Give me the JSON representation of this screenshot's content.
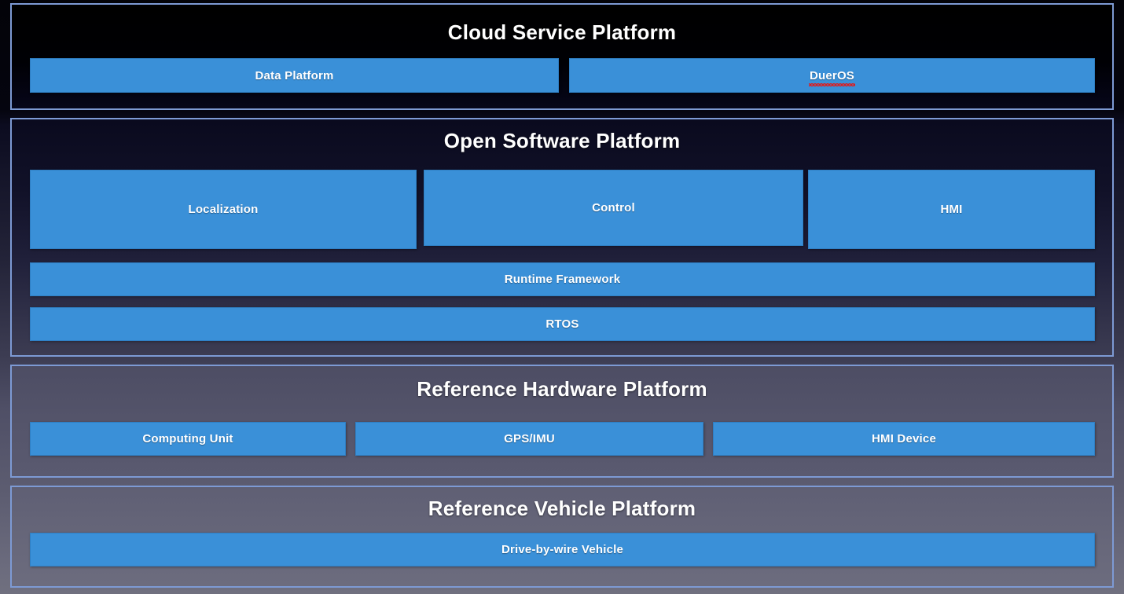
{
  "colors": {
    "block_blue": "#3a90d8",
    "panel_border": "#7d9ad4",
    "text_white": "#ffffff",
    "spellcheck_red": "#e01b1b"
  },
  "panels": [
    {
      "key": "cloud",
      "title": "Cloud Service Platform",
      "blocks": [
        {
          "label": "Data Platform"
        },
        {
          "label": "DuerOS",
          "misspelled": true
        }
      ]
    },
    {
      "key": "software",
      "title": "Open Software Platform",
      "blocks": [
        {
          "label": "Localization"
        },
        {
          "label": "Control"
        },
        {
          "label": "HMI"
        },
        {
          "label": "Runtime Framework"
        },
        {
          "label": "RTOS"
        }
      ]
    },
    {
      "key": "hardware",
      "title": "Reference Hardware Platform",
      "blocks": [
        {
          "label": "Computing Unit"
        },
        {
          "label": "GPS/IMU"
        },
        {
          "label": "HMI Device"
        }
      ]
    },
    {
      "key": "vehicle",
      "title": "Reference Vehicle Platform",
      "blocks": [
        {
          "label": "Drive-by-wire Vehicle"
        }
      ]
    }
  ]
}
